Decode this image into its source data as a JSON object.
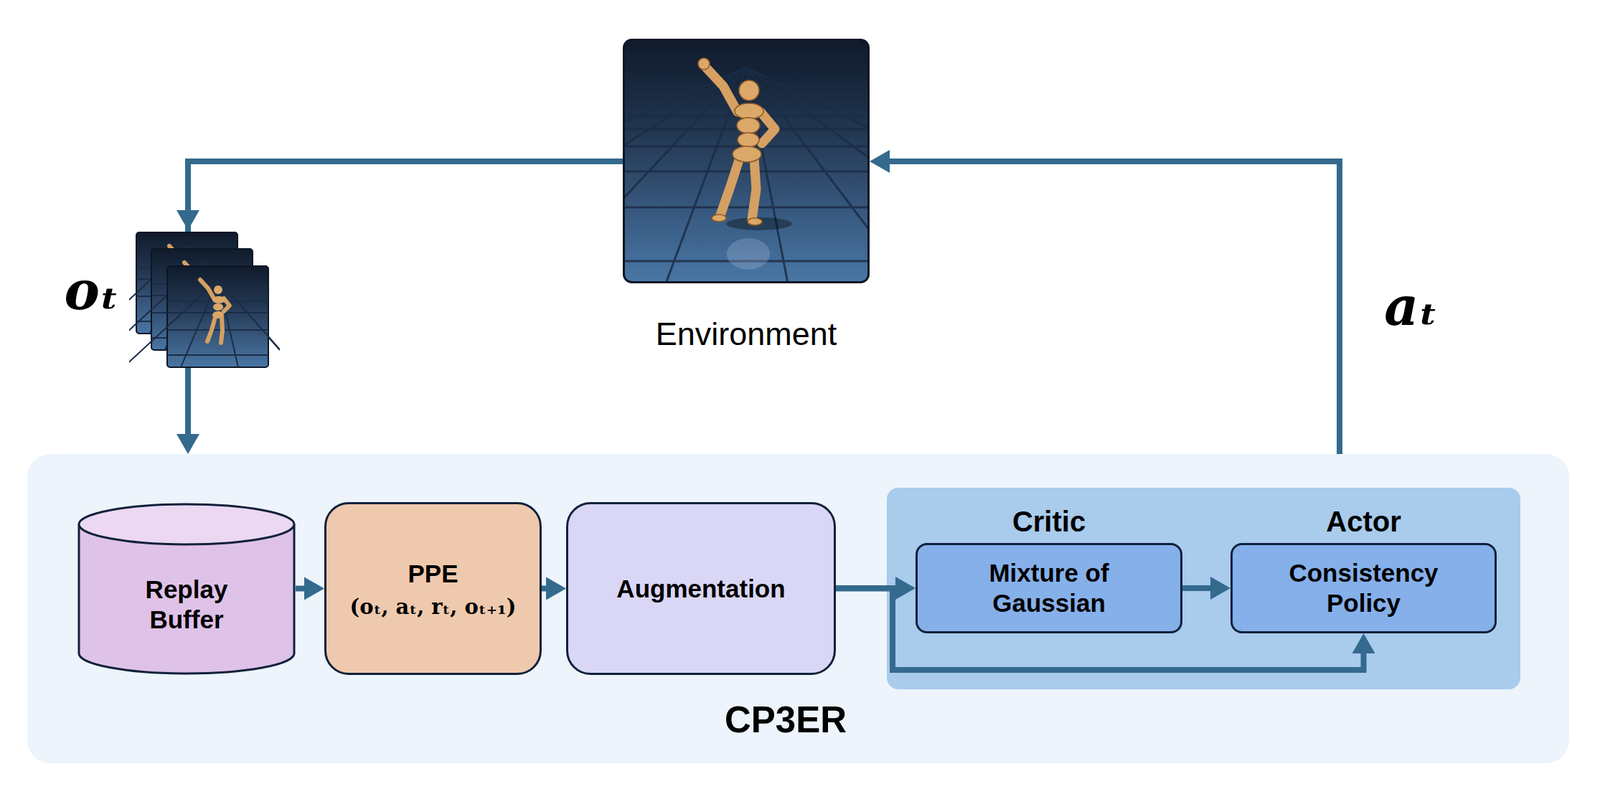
{
  "diagram": {
    "nodes": [
      {
        "text": [
          "Environment"
        ]
      },
      {
        "text": [
          "CP3ER"
        ]
      },
      {
        "text": [
          "Replay Buffer"
        ],
        "in": 1
      },
      {
        "text": [
          "PPE",
          "(oₜ, aₜ, rₜ, oₜ₊₁)"
        ],
        "in": 1
      },
      {
        "text": [
          "Augmentation"
        ],
        "in": 1
      },
      {
        "text": [
          "Critic",
          "Mixture of Gaussian"
        ],
        "in": 1
      },
      {
        "text": [
          "Actor",
          "Consistency Policy"
        ],
        "in": 1
      }
    ],
    "edges": [
      {
        "from": 0,
        "to": 1,
        "arrow": "to"
      },
      {
        "from": 2,
        "to": 3,
        "arrow": "to"
      },
      {
        "from": 3,
        "to": 4,
        "arrow": "to"
      },
      {
        "from": 4,
        "to": 5,
        "arrow": "to"
      },
      {
        "from": 5,
        "to": 6,
        "arrow": "to"
      },
      {
        "from": 4,
        "to": 6,
        "arrow": "to"
      },
      {
        "from": 1,
        "to": 0,
        "arrow": "to"
      }
    ],
    "labels": [
      "oₜ",
      "aₜ"
    ]
  }
}
